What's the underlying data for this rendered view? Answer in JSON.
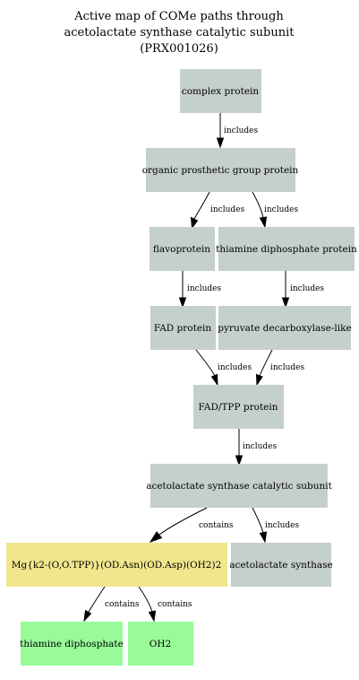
{
  "title": {
    "lines": [
      "Active map of COMe paths through",
      "acetolactate synthase catalytic subunit",
      "(PRX001026)"
    ]
  },
  "colors": {
    "protein": "#c5cfcd",
    "complex": "#f0e68c",
    "compound": "#98fb98",
    "edge": "#000000"
  },
  "nodes": {
    "complex_protein": {
      "label": "complex protein",
      "kind": "protein"
    },
    "organic_prosthetic": {
      "label": "organic prosthetic group protein",
      "kind": "protein"
    },
    "flavoprotein": {
      "label": "flavoprotein",
      "kind": "protein"
    },
    "thiamine_dp_protein": {
      "label": "thiamine diphosphate protein",
      "kind": "protein"
    },
    "fad_protein": {
      "label": "FAD protein",
      "kind": "protein"
    },
    "pyruvate_decarboxylase": {
      "label": "pyruvate decarboxylase-like",
      "kind": "protein"
    },
    "fad_tpp_protein": {
      "label": "FAD/TPP protein",
      "kind": "protein"
    },
    "als_catalytic": {
      "label": "acetolactate synthase catalytic subunit",
      "kind": "protein"
    },
    "mg_complex": {
      "label": "Mg{k2-(O,O.TPP)}(OD.Asn)(OD.Asp)(OH2)2",
      "kind": "complex"
    },
    "als": {
      "label": "acetolactate synthase",
      "kind": "protein"
    },
    "thiamine_diphosphate": {
      "label": "thiamine diphosphate",
      "kind": "compound"
    },
    "oh2": {
      "label": "OH2",
      "kind": "compound"
    }
  },
  "edges": [
    {
      "id": "e1",
      "from": "complex_protein",
      "to": "organic_prosthetic",
      "label": "includes"
    },
    {
      "id": "e2",
      "from": "organic_prosthetic",
      "to": "flavoprotein",
      "label": "includes"
    },
    {
      "id": "e3",
      "from": "organic_prosthetic",
      "to": "thiamine_dp_protein",
      "label": "includes"
    },
    {
      "id": "e4",
      "from": "flavoprotein",
      "to": "fad_protein",
      "label": "includes"
    },
    {
      "id": "e5",
      "from": "thiamine_dp_protein",
      "to": "pyruvate_decarboxylase",
      "label": "includes"
    },
    {
      "id": "e6",
      "from": "fad_protein",
      "to": "fad_tpp_protein",
      "label": "includes"
    },
    {
      "id": "e7",
      "from": "pyruvate_decarboxylase",
      "to": "fad_tpp_protein",
      "label": "includes"
    },
    {
      "id": "e8",
      "from": "fad_tpp_protein",
      "to": "als_catalytic",
      "label": "includes"
    },
    {
      "id": "e9",
      "from": "als_catalytic",
      "to": "mg_complex",
      "label": "contains"
    },
    {
      "id": "e10",
      "from": "als_catalytic",
      "to": "als",
      "label": "includes"
    },
    {
      "id": "e11",
      "from": "mg_complex",
      "to": "thiamine_diphosphate",
      "label": "contains"
    },
    {
      "id": "e12",
      "from": "mg_complex",
      "to": "oh2",
      "label": "contains"
    }
  ]
}
